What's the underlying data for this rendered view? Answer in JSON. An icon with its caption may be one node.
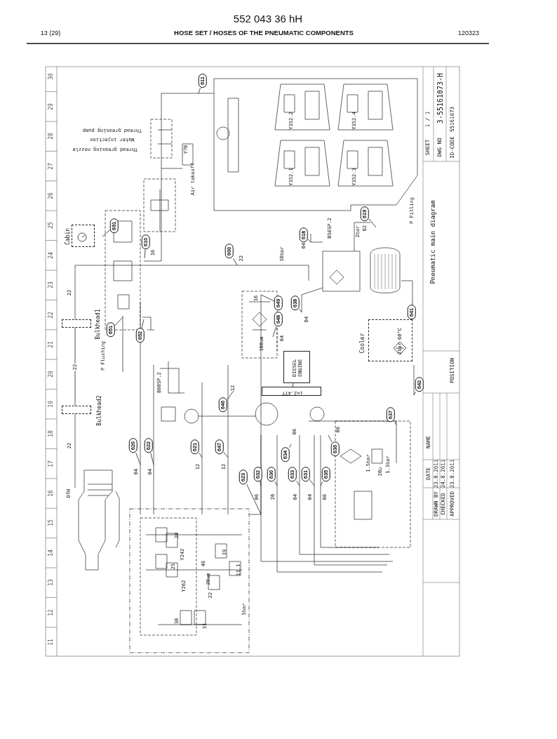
{
  "diagram": {
    "title": "HOSE SET / HOSES OF THE PNEUMATIC COMPONENTS",
    "nodes": [
      {
        "text": [
          "Cabin"
        ]
      },
      {
        "text": [
          "Bulkhead1"
        ]
      },
      {
        "text": [
          "Bulkhead2"
        ]
      },
      {
        "text": [
          "DIESEL ENGINE"
        ]
      },
      {
        "text": [
          "i=2.477"
        ]
      },
      {
        "text": [
          "Cooler",
          "2bar 60°C"
        ]
      },
      {
        "text": [
          "611"
        ]
      },
      {
        "text": [
          "691"
        ]
      },
      {
        "text": [
          "610"
        ],
        "beside": [
          "16"
        ]
      },
      {
        "text": [
          "600"
        ],
        "beside": [
          "22"
        ]
      },
      {
        "text": [
          "651"
        ]
      },
      {
        "text": [
          "652"
        ]
      },
      {
        "text": [
          "649"
        ],
        "beside": [
          "16"
        ]
      },
      {
        "text": [
          "648"
        ],
        "beside": [
          "04"
        ]
      },
      {
        "text": [
          "638"
        ],
        "beside": [
          "04"
        ]
      },
      {
        "text": [
          "618"
        ],
        "beside": [
          "04"
        ]
      },
      {
        "text": [
          "619"
        ],
        "beside": [
          "02"
        ]
      },
      {
        "text": [
          "641"
        ]
      },
      {
        "text": [
          "620"
        ],
        "beside": [
          "04"
        ]
      },
      {
        "text": [
          "622"
        ],
        "beside": [
          "04"
        ]
      },
      {
        "text": [
          "621"
        ],
        "beside": [
          "12"
        ]
      },
      {
        "text": [
          "647"
        ],
        "beside": [
          "12"
        ]
      },
      {
        "text": [
          "646"
        ],
        "beside": [
          "12"
        ]
      },
      {
        "text": [
          "623"
        ]
      },
      {
        "text": [
          "632"
        ],
        "beside": [
          "06"
        ]
      },
      {
        "text": [
          "630"
        ],
        "beside": [
          "20"
        ]
      },
      {
        "text": [
          "633"
        ],
        "beside": [
          "04"
        ]
      },
      {
        "text": [
          "631"
        ],
        "beside": [
          "04"
        ]
      },
      {
        "text": [
          "635"
        ],
        "beside": [
          "06"
        ]
      },
      {
        "text": [
          "634"
        ],
        "beside": [
          "06"
        ]
      },
      {
        "text": [
          "636"
        ],
        "beside": [
          "06"
        ]
      },
      {
        "text": [
          "637"
        ]
      },
      {
        "text": [
          "642"
        ]
      }
    ],
    "edges": [
      {
        "from": 1,
        "to": 2,
        "arrow": "none",
        "label": "22"
      },
      {
        "from": 3,
        "to": 4,
        "arrow": "none"
      },
      {
        "from": 6,
        "to": null,
        "arrow": "none"
      },
      {
        "from": 7,
        "to": null,
        "arrow": "none"
      },
      {
        "from": 8,
        "to": null,
        "arrow": "none"
      },
      {
        "from": 9,
        "to": null,
        "arrow": "none"
      },
      {
        "from": 10,
        "to": null,
        "arrow": "none"
      },
      {
        "from": 11,
        "to": null,
        "arrow": "none"
      },
      {
        "from": 12,
        "to": null,
        "arrow": "none"
      },
      {
        "from": 13,
        "to": null,
        "arrow": "none"
      },
      {
        "from": 14,
        "to": null,
        "arrow": "none"
      },
      {
        "from": 15,
        "to": null,
        "arrow": "none"
      },
      {
        "from": 16,
        "to": null,
        "arrow": "none"
      },
      {
        "from": 17,
        "to": null,
        "arrow": "none"
      },
      {
        "from": 18,
        "to": null,
        "arrow": "none"
      },
      {
        "from": 19,
        "to": null,
        "arrow": "none"
      },
      {
        "from": 20,
        "to": null,
        "arrow": "none"
      },
      {
        "from": 21,
        "to": null,
        "arrow": "none"
      },
      {
        "from": 22,
        "to": null,
        "arrow": "none"
      },
      {
        "from": 23,
        "to": null,
        "arrow": "none"
      },
      {
        "from": 24,
        "to": null,
        "arrow": "none"
      },
      {
        "from": 25,
        "to": null,
        "arrow": "none"
      },
      {
        "from": 26,
        "to": null,
        "arrow": "none"
      },
      {
        "from": 27,
        "to": null,
        "arrow": "none"
      },
      {
        "from": 28,
        "to": null,
        "arrow": "none"
      },
      {
        "from": 29,
        "to": null,
        "arrow": "none"
      },
      {
        "from": 30,
        "to": null,
        "arrow": "none"
      },
      {
        "from": 31,
        "to": null,
        "arrow": "none"
      },
      {
        "from": 32,
        "to": null,
        "arrow": "none"
      }
    ],
    "labels": [
      "552 043 36 hH",
      "13 (29)",
      "120323",
      "11",
      "12",
      "13",
      "14",
      "15",
      "16",
      "17",
      "18",
      "19",
      "20",
      "21",
      "22",
      "23",
      "24",
      "25",
      "26",
      "27",
      "28",
      "29",
      "30",
      "Thread greasing pump",
      "Water injection",
      "Thread greasing nozzle",
      "Y70",
      "Air takeoff",
      "22",
      "P Flushing",
      "B60SP.2",
      "22",
      "DTH",
      "20",
      "Y242",
      "25",
      "Y262",
      "46",
      "20um",
      "22",
      "19",
      "11.1",
      "5bar",
      "30",
      "31",
      "100um",
      "10bar",
      "B56SP.2",
      "2bar",
      "P Filling",
      "Y352.1",
      "Y352.2",
      "Y352.3",
      "Y352.4",
      "1.5bar",
      "20u",
      "1.3bar",
      "Pneumatic main diagram",
      "SHEET",
      "1 / 1",
      "DWG NO",
      "3-55161073-H",
      "ID-CODE",
      "55161073",
      "DATE",
      "NAME",
      "DRAWN BY",
      "23.8.2011",
      "CHECKED",
      "24.8.2011",
      "APPROVED",
      "23.8.2011",
      "POSITION"
    ]
  }
}
